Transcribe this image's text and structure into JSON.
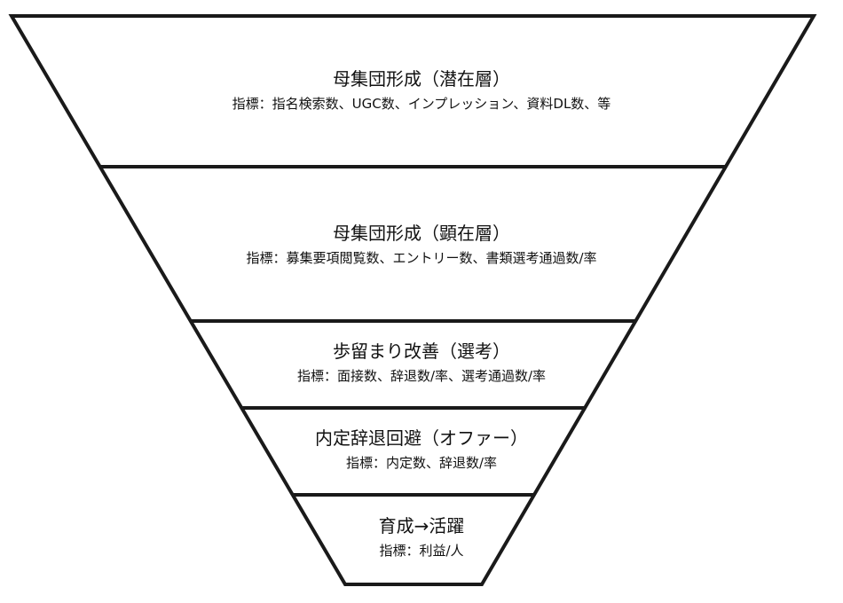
{
  "funnel": {
    "stages": [
      {
        "title": "母集団形成（潜在層）",
        "metric": "指標：指名検索数、UGC数、インプレッション、資料DL数、等"
      },
      {
        "title": "母集団形成（顕在層）",
        "metric": "指標：募集要項閲覧数、エントリー数、書類選考通過数/率"
      },
      {
        "title": "歩留まり改善（選考）",
        "metric": "指標：面接数、辞退数/率、選考通過数/率"
      },
      {
        "title": "内定辞退回避（オファー）",
        "metric": "指標：内定数、辞退数/率"
      },
      {
        "title": "育成→活躍",
        "metric": "指標：利益/人"
      }
    ],
    "colors": {
      "stroke": "#1a1a1a",
      "fill": "#ffffff"
    }
  }
}
